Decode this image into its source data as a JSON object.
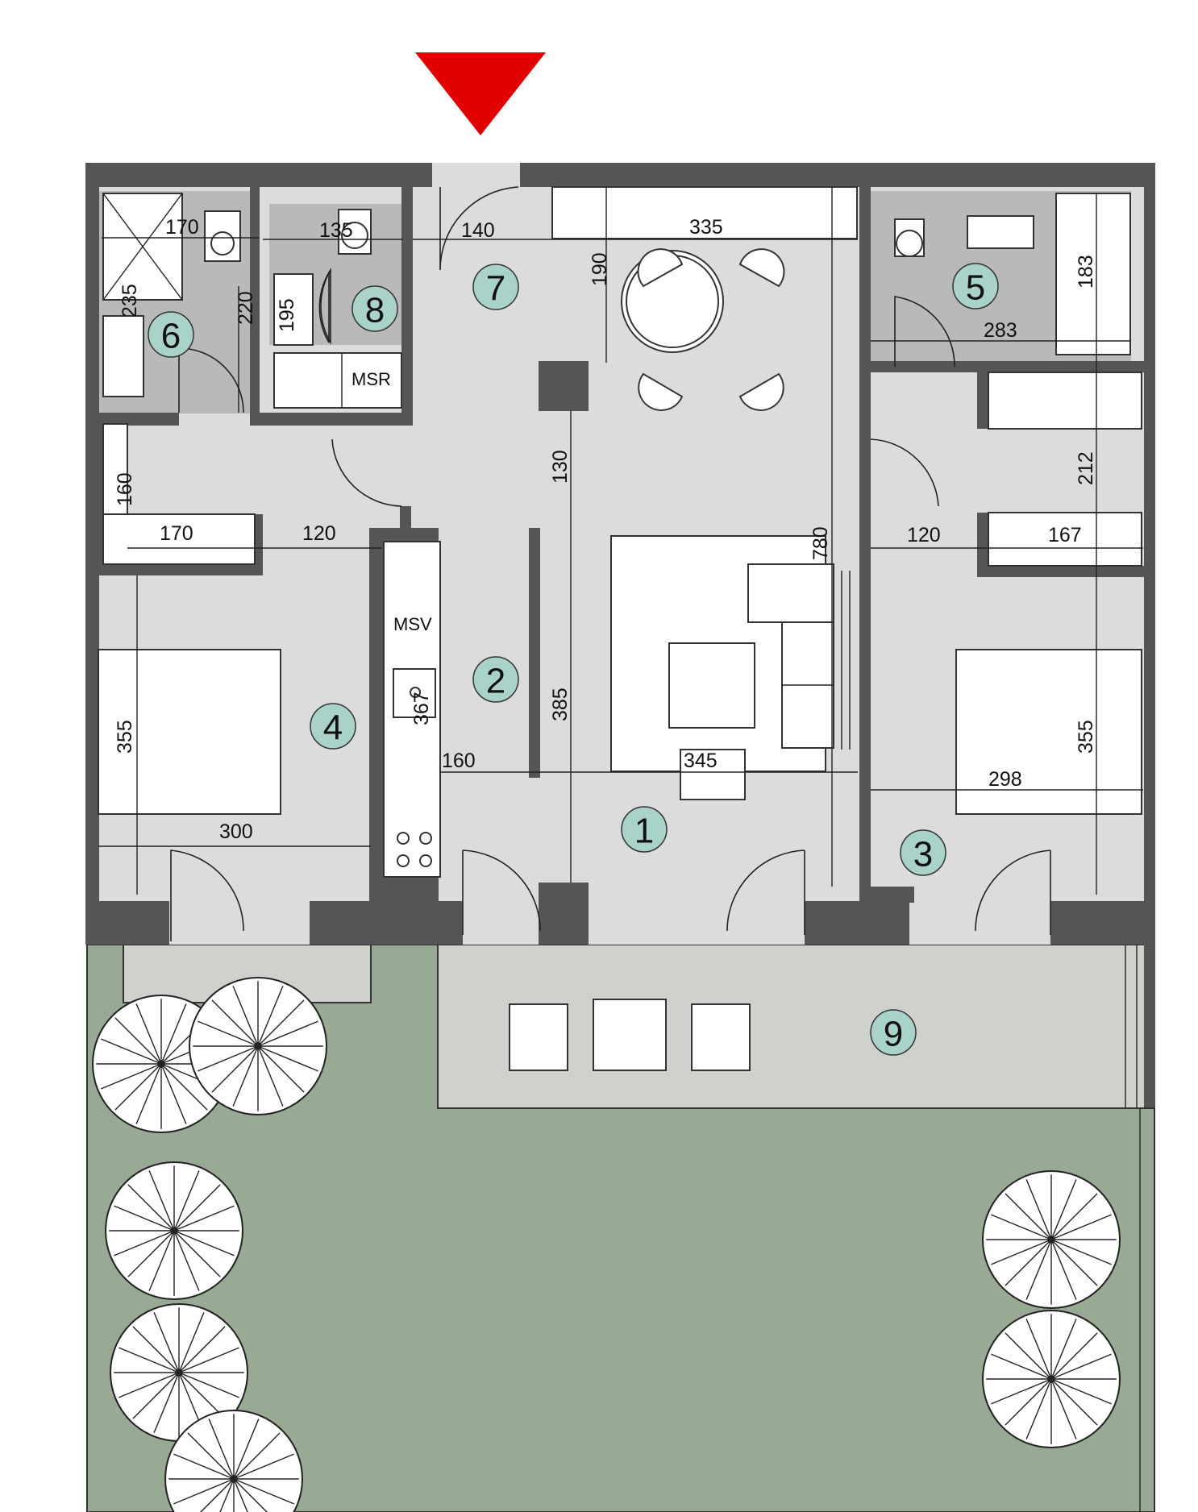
{
  "entrance_marker": {
    "color": "#e00000",
    "icon": "entrance-arrow-icon"
  },
  "colors": {
    "wall": "#555555",
    "floor": "#dcdcdc",
    "wet_room": "#b9b9b9",
    "terrace": "#d0d0cc",
    "garden": "#99aa94",
    "room_badge": "#a9d3c9"
  },
  "rooms": [
    "1",
    "2",
    "3",
    "4",
    "5",
    "6",
    "7",
    "8",
    "9"
  ],
  "labels": {
    "msr": "MSR",
    "msv": "MSV"
  },
  "dimensions": [
    "170",
    "235",
    "220",
    "135",
    "195",
    "140",
    "335",
    "190",
    "283",
    "183",
    "160",
    "170",
    "120",
    "130",
    "780",
    "120",
    "167",
    "212",
    "355",
    "367",
    "385",
    "160",
    "345",
    "298",
    "355",
    "300"
  ]
}
